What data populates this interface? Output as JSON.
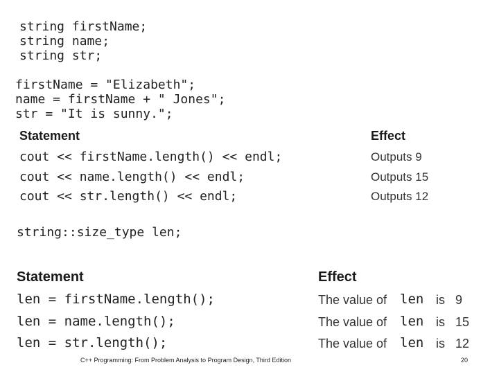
{
  "declarations": [
    "string firstName;",
    "string name;",
    "string str;"
  ],
  "assignments": [
    "firstName = \"Elizabeth\";",
    "name = firstName + \" Jones\";",
    "str = \"It is sunny.\";"
  ],
  "table1": {
    "header_statement": "Statement",
    "header_effect": "Effect",
    "rows": [
      {
        "statement": "cout << firstName.length() << endl;",
        "effect": "Outputs 9"
      },
      {
        "statement": "cout << name.length() << endl;",
        "effect": "Outputs 15"
      },
      {
        "statement": "cout << str.length() << endl;",
        "effect": "Outputs 12"
      }
    ]
  },
  "size_type_decl": "string::size_type len;",
  "table2": {
    "header_statement": "Statement",
    "header_effect": "Effect",
    "effect_prefix": "The value of",
    "effect_var": "len",
    "effect_is": "is",
    "rows": [
      {
        "statement": "len = firstName.length();",
        "value": "9"
      },
      {
        "statement": "len = name.length();",
        "value": "15"
      },
      {
        "statement": "len = str.length();",
        "value": "12"
      }
    ]
  },
  "footer": {
    "title": "C++ Programming: From Problem Analysis to Program Design, Third Edition",
    "page": "20"
  }
}
